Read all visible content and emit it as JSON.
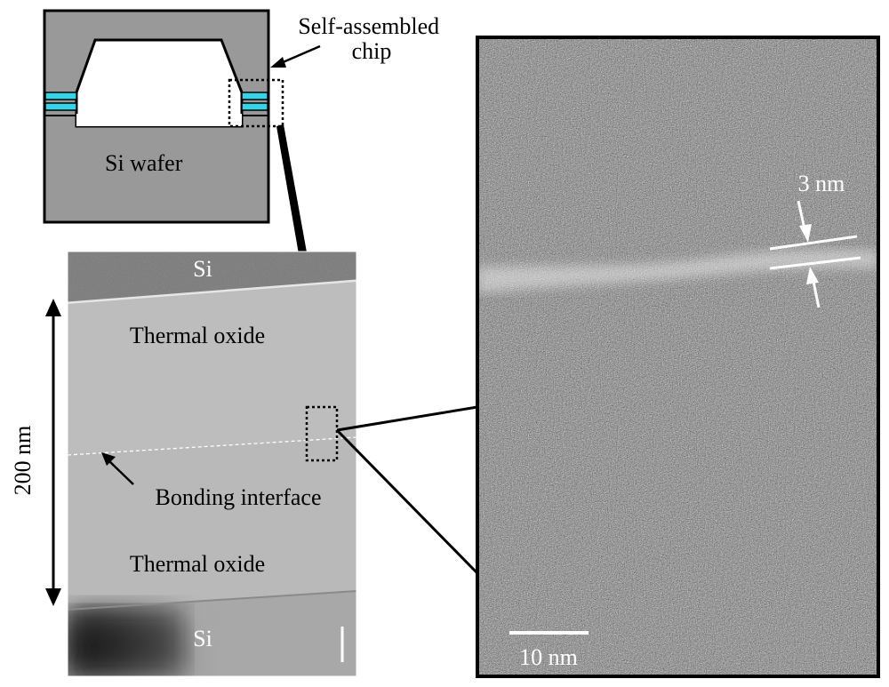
{
  "schematic": {
    "wafer_label": "Si wafer",
    "chip_label": "Self-assembled chip"
  },
  "tem_cross_section": {
    "top_layer": "Si",
    "upper_oxide": "Thermal oxide",
    "interface_label": "Bonding interface",
    "lower_oxide": "Thermal oxide",
    "bottom_layer": "Si",
    "scale_label": "200 nm"
  },
  "hrtem": {
    "layer_thickness_label": "3 nm",
    "scale_bar_label": "10 nm"
  },
  "colors": {
    "chip_gray": "#999999",
    "bond_layer": "#33d6e8",
    "oxide_gray": "#b8b8b8",
    "si_gray": "#7f7f7f"
  }
}
